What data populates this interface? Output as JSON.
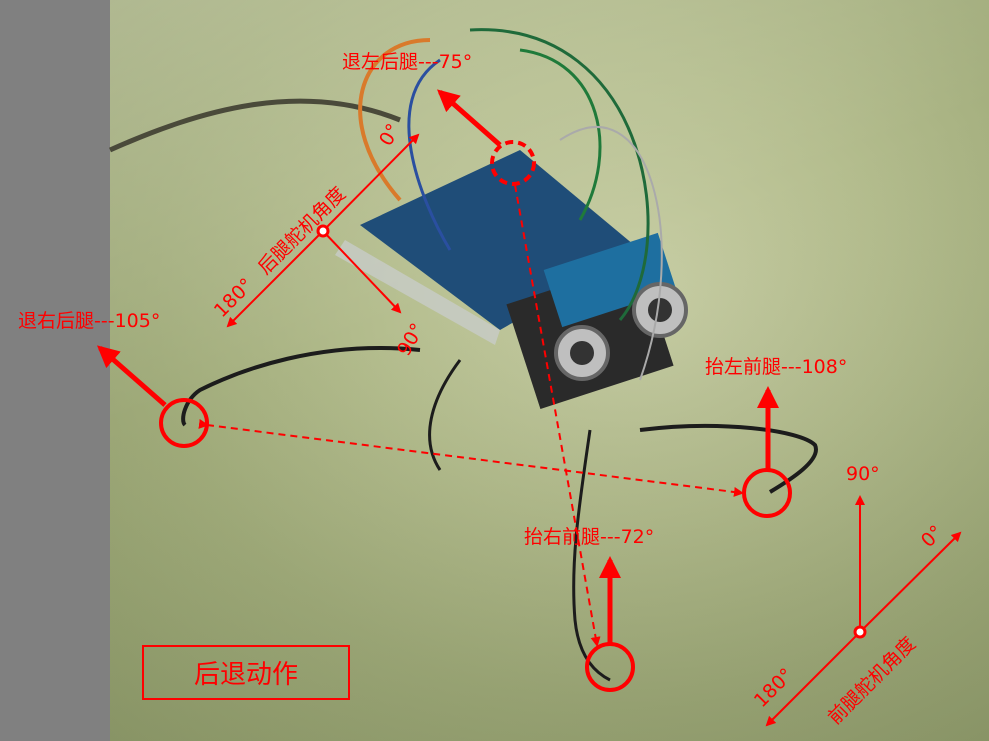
{
  "image": {
    "description": "Photo of a small Arduino-based walking robot on a tiled floor with red annotations showing servo angles for backward motion",
    "accent_color": "#ff0000",
    "background_strip_color": "#808080"
  },
  "title_box": {
    "text": "后退动作"
  },
  "leg_labels": {
    "rear_left": "退左后腿---75°",
    "rear_right": "退右后腿---105°",
    "front_left": "抬左前腿---108°",
    "front_right": "抬右前腿---72°"
  },
  "rear_servo_diagram": {
    "axis_label": "后腿舵机角度",
    "angle_0": "0°",
    "angle_90": "90°",
    "angle_180": "180°"
  },
  "front_servo_diagram": {
    "axis_label": "前腿舵机角度",
    "angle_0": "0°",
    "angle_90": "90°",
    "angle_180": "180°"
  }
}
